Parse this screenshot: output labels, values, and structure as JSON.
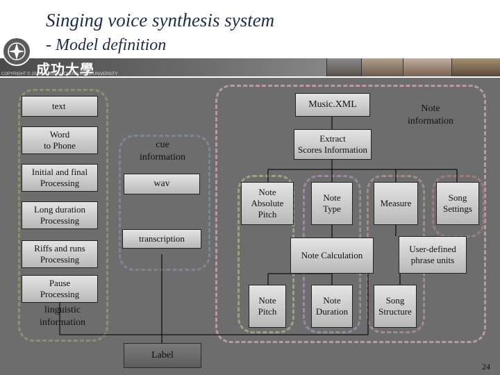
{
  "slide": {
    "title": "Singing voice synthesis system",
    "subtitle": "- Model definition",
    "logo_text": "成功大學",
    "copyright": "COPYRIGHT © 2013 NATIONAL CHENG KUNG UNIVERSITY",
    "page_number": "24"
  },
  "linguistic": {
    "label": "linguistic\ninformation",
    "boxes": [
      "text",
      "Word\nto Phone",
      "Initial and final\nProcessing",
      "Long duration\nProcessing",
      "Riffs and runs\nProcessing",
      "Pause\nProcessing"
    ]
  },
  "cue": {
    "label": "cue\ninformation",
    "wav": "wav",
    "transcription": "transcription"
  },
  "note": {
    "label": "Note\ninformation",
    "musicxml": "Music.XML",
    "extract": "Extract\nScores Information",
    "absolute_pitch": "Note\nAbsolute\nPitch",
    "note_type": "Note\nType",
    "measure": "Measure",
    "song_settings": "Song\nSettings",
    "note_calc": "Note Calculation",
    "user_defined": "User-defined\nphrase units",
    "note_pitch": "Note\nPitch",
    "note_duration": "Note\nDuration",
    "song_structure": "Song\nStructure"
  },
  "output": {
    "label": "Label"
  },
  "colors": {
    "linguistic_group": "#8e8e70",
    "cue_group": "#7d8596",
    "note_group": "#b89aa0",
    "pitch_group": "#a2a080",
    "type_group": "#9a8aa0",
    "measure_group": "#a08c88",
    "song_group": "#9c7c7c"
  }
}
